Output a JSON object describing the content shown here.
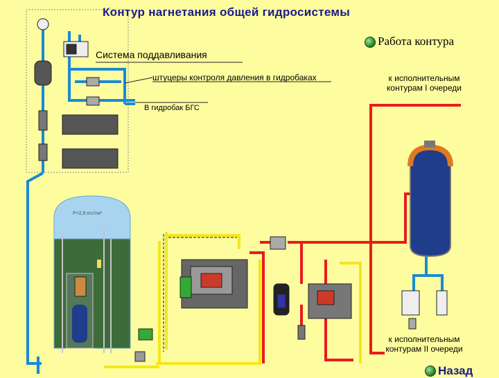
{
  "title": "Контур нагнетания общей гидросистемы",
  "labels": {
    "subsystem": "Система поддавливания",
    "fittings": "штуцеры контроля давления в гидробаках",
    "tank": "В гидробак БГС",
    "consumers_1_line1": "к исполнительным",
    "consumers_1_line2": "контурам I очереди",
    "consumers_2_line1": "к исполнительным",
    "consumers_2_line2": "контурам II очереди"
  },
  "buttons": {
    "mode": "Работа контура",
    "nav": "Назад"
  },
  "colors": {
    "background": "#fdfda0",
    "pressure_line": "#e81c1c",
    "blue_line": "#1a8ad4",
    "yellow_line": "#f5e61a",
    "reservoir_top": "#a8d4f0",
    "reservoir_fluid": "#3d6b3a",
    "accumulator": "#1f3d8a",
    "title": "#1a1a8c"
  }
}
